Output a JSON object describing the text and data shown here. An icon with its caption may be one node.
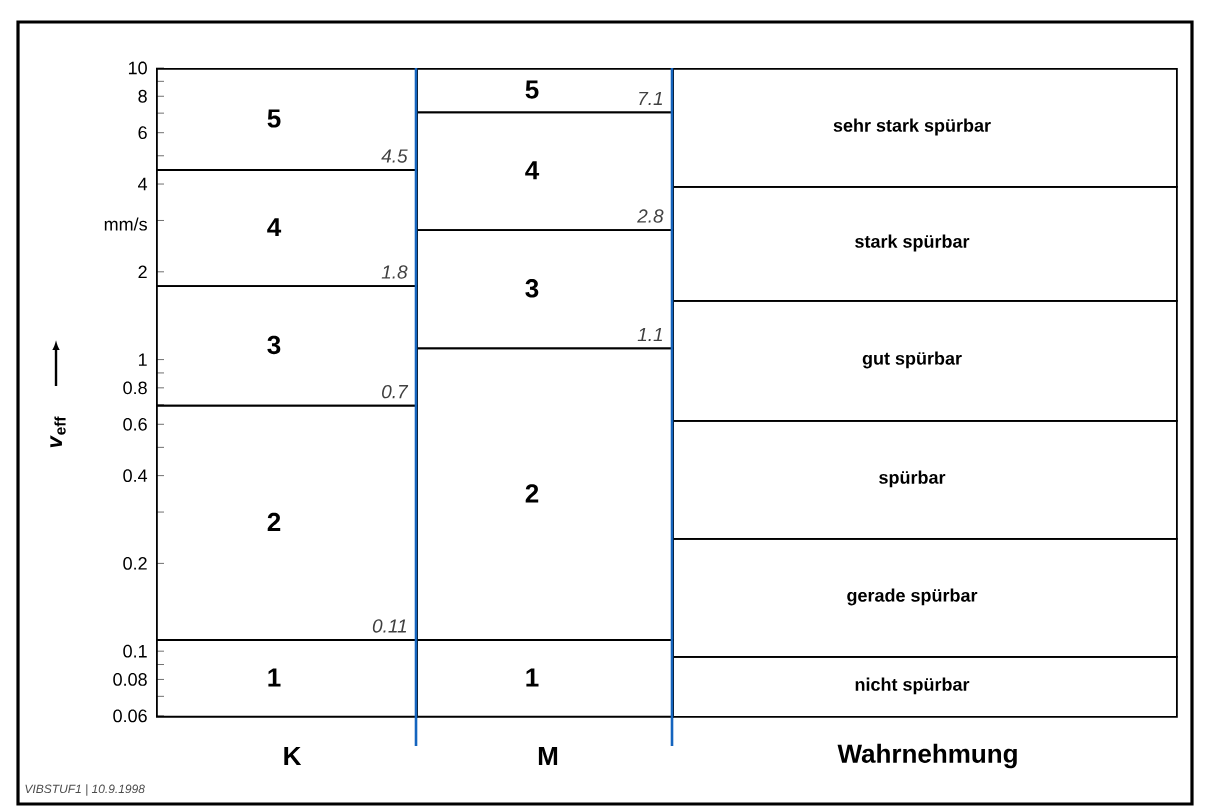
{
  "diagram": {
    "nodes": [
      {
        "text": [
          "5",
          "4.5"
        ]
      },
      {
        "text": [
          "4",
          "1.8"
        ]
      },
      {
        "text": [
          "3",
          "0.7"
        ]
      },
      {
        "text": [
          "2",
          "0.11"
        ]
      },
      {
        "text": [
          "1"
        ]
      },
      {
        "text": [
          "5",
          "7.1"
        ]
      },
      {
        "text": [
          "4",
          "2.8"
        ]
      },
      {
        "text": [
          "3",
          "1.1"
        ]
      },
      {
        "text": [
          "2"
        ]
      },
      {
        "text": [
          "1"
        ]
      },
      {
        "text": [
          "sehr stark spürbar"
        ]
      },
      {
        "text": [
          "stark spürbar"
        ]
      },
      {
        "text": [
          "gut spürbar"
        ]
      },
      {
        "text": [
          "spürbar"
        ]
      },
      {
        "text": [
          "gerade spürbar"
        ]
      },
      {
        "text": [
          "nicht spürbar"
        ]
      }
    ],
    "labels": [
      "10",
      "8",
      "6",
      "4",
      "mm/s",
      "2",
      "1",
      "0.8",
      "0.6",
      "0.4",
      "0.2",
      "0.1",
      "0.08",
      "0.06",
      "*v*$_{eff}$",
      "K",
      "M",
      "Wahrnehmung",
      "VIBSTUF1 | 10.9.1998"
    ]
  }
}
